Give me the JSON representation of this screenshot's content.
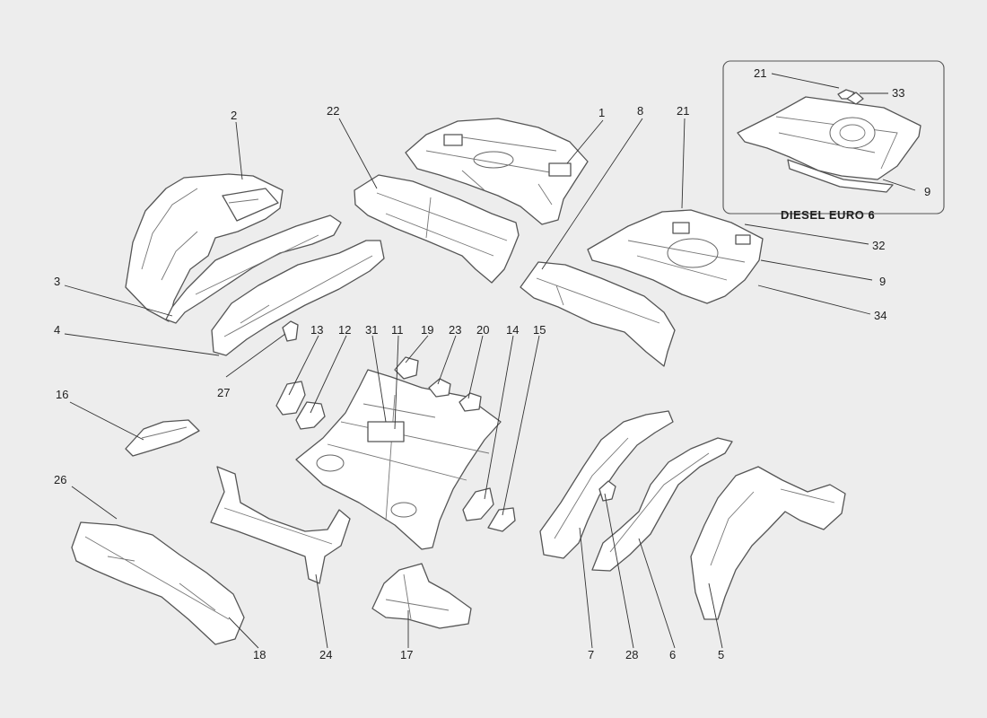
{
  "inset": {
    "title": "DIESEL  EURO 6"
  },
  "labels": {
    "l1": "1",
    "l2": "2",
    "l3": "3",
    "l4": "4",
    "l5": "5",
    "l6": "6",
    "l7": "7",
    "l8": "8",
    "l9a": "9",
    "l9b": "9",
    "l11": "11",
    "l12": "12",
    "l13": "13",
    "l14": "14",
    "l15": "15",
    "l16": "16",
    "l17": "17",
    "l18": "18",
    "l19": "19",
    "l20": "20",
    "l21a": "21",
    "l21b": "21",
    "l22": "22",
    "l23": "23",
    "l24": "24",
    "l26": "26",
    "l27": "27",
    "l28": "28",
    "l31": "31",
    "l32": "32",
    "l33": "33",
    "l34": "34"
  },
  "colors": {
    "background": "#ededed",
    "part_fill": "#ffffff",
    "line": "#555555"
  }
}
